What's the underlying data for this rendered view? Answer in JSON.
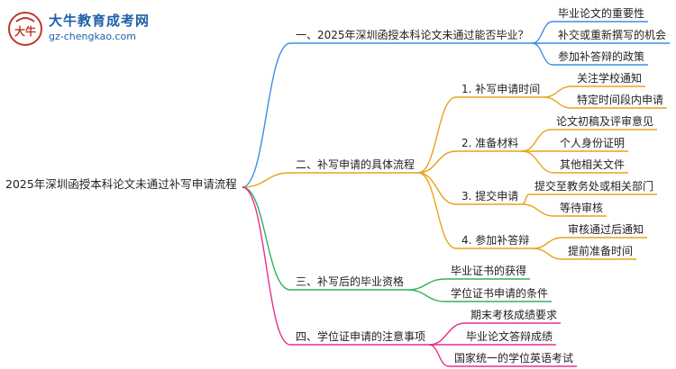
{
  "logo": {
    "title": "大牛教育成考网",
    "url": "gz-chengkao.com",
    "mark_text": "大牛"
  },
  "root": "2025年深圳函授本科论文未通过补写申请流程",
  "branches": [
    {
      "label": "一、2025年深圳函授本科论文未通过能否毕业？",
      "color": "#3a8ee6",
      "children": [
        {
          "label": "毕业论文的重要性"
        },
        {
          "label": "补交或重新撰写的机会"
        },
        {
          "label": "参加补答辩的政策"
        }
      ]
    },
    {
      "label": "二、补写申请的具体流程",
      "color": "#e8a317",
      "children": [
        {
          "label": "1. 补写申请时间",
          "children": [
            {
              "label": "关注学校通知"
            },
            {
              "label": "特定时间段内申请"
            }
          ]
        },
        {
          "label": "2. 准备材料",
          "children": [
            {
              "label": "论文初稿及评审意见"
            },
            {
              "label": "个人身份证明"
            },
            {
              "label": "其他相关文件"
            }
          ]
        },
        {
          "label": "3. 提交申请",
          "children": [
            {
              "label": "提交至教务处或相关部门"
            },
            {
              "label": "等待审核"
            }
          ]
        },
        {
          "label": "4. 参加补答辩",
          "children": [
            {
              "label": "审核通过后通知"
            },
            {
              "label": "提前准备时间"
            }
          ]
        }
      ]
    },
    {
      "label": "三、补写后的毕业资格",
      "color": "#2fb35c",
      "children": [
        {
          "label": "毕业证书的获得"
        },
        {
          "label": "学位证书申请的条件"
        }
      ]
    },
    {
      "label": "四、学位证申请的注意事项",
      "color": "#e8308a",
      "children": [
        {
          "label": "期末考核成绩要求"
        },
        {
          "label": "毕业论文答辩成绩"
        },
        {
          "label": "国家统一的学位英语考试"
        }
      ]
    }
  ]
}
